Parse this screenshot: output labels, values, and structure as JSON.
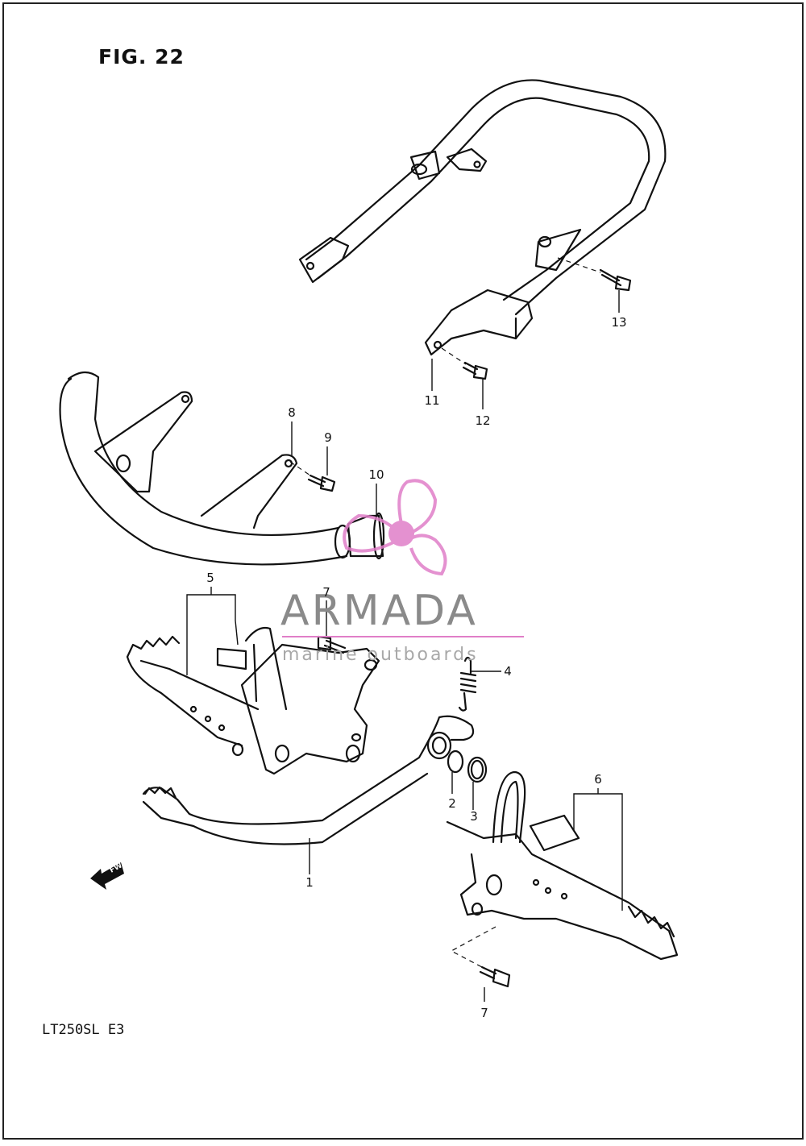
{
  "figure": {
    "title": "FIG. 22",
    "model_code": "LT250SL  E3"
  },
  "direction_marker": {
    "label": "FWD",
    "icon": "fwd-arrow-icon"
  },
  "callouts": [
    "1",
    "2",
    "3",
    "4",
    "5",
    "6",
    "7",
    "7",
    "8",
    "9",
    "10",
    "11",
    "12",
    "13"
  ],
  "watermark": {
    "brand": "ARMADA",
    "tagline": "marine outboards",
    "logo_icon": "propeller-logo-icon",
    "logo_color": "#e07ec8"
  },
  "colors": {
    "ink": "#111111",
    "paper": "#ffffff",
    "watermark_text": "#8a8a8a"
  }
}
